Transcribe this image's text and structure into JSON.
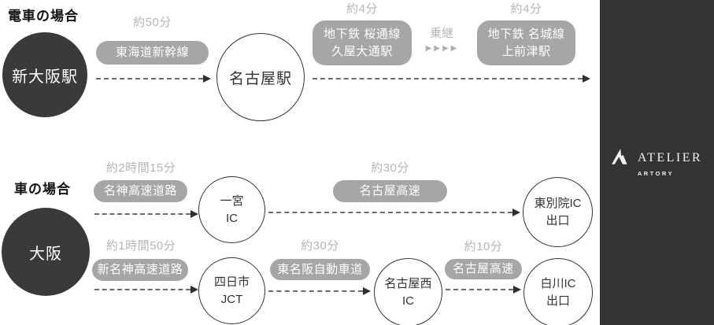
{
  "colors": {
    "sidebar_bg": "#333333",
    "dark_node": "#3a3a3a",
    "badge_bg": "#a6a6a6",
    "time_text": "#b5b5b5",
    "arrow_dash": "#6b6b6b",
    "arrow_head": "#2f2f2f"
  },
  "sidebar": {
    "logo_word": "ATELIER",
    "logo_sub": "ARTORY"
  },
  "train": {
    "heading": "電車の場合",
    "start_station": "新大阪駅",
    "mid_station": "名古屋駅",
    "seg1": {
      "time": "約50分",
      "badge": "東海道新幹線"
    },
    "seg2": {
      "time": "約4分",
      "badge_line1": "地下鉄 桜通線",
      "badge_line2": "久屋大通駅"
    },
    "transfer": {
      "label": "乗継",
      "chevrons": "▶▶▶▶"
    },
    "seg3": {
      "time": "約4分",
      "badge_line1": "地下鉄 名城線",
      "badge_line2": "上前津駅"
    }
  },
  "car": {
    "heading": "車の場合",
    "start_city": "大阪",
    "routeA": {
      "seg1": {
        "time": "約2時間15分",
        "badge": "名神高速道路"
      },
      "node1": {
        "line1": "一宮",
        "line2": "IC"
      },
      "seg2": {
        "time": "約30分",
        "badge": "名古屋高速"
      },
      "node2": {
        "line1": "東別院IC",
        "line2": "出口"
      }
    },
    "routeB": {
      "seg1": {
        "time": "約1時間50分",
        "badge": "新名神高速道路"
      },
      "node1": {
        "line1": "四日市",
        "line2": "JCT"
      },
      "seg2": {
        "time": "約30分",
        "badge": "東名阪自動車道"
      },
      "node2": {
        "line1": "名古屋西",
        "line2": "IC"
      },
      "seg3": {
        "time": "約10分",
        "badge": "名古屋高速"
      },
      "node3": {
        "line1": "白川IC",
        "line2": "出口"
      }
    }
  }
}
